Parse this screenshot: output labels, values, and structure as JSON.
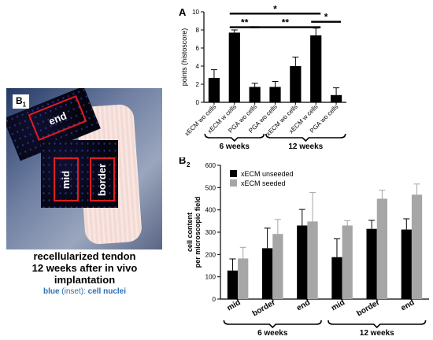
{
  "photo": {
    "panel_label": "B",
    "panel_label_sub": "1",
    "roi_labels": {
      "end": "end",
      "mid": "mid",
      "border": "border"
    },
    "caption_lines": [
      "recellularized tendon",
      "12 weeks after in vivo",
      "implantation"
    ],
    "legend_key": "blue",
    "legend_mid": " (inset): ",
    "legend_value": "cell nuclei",
    "roi_color": "#e11b22",
    "nuclei_color": "#3940c0"
  },
  "chart_data": [
    {
      "type": "bar",
      "panel_label": "A",
      "ylabel": "points (histoscore)",
      "ylim": [
        0,
        10
      ],
      "yticks": [
        0,
        2,
        4,
        6,
        8,
        10
      ],
      "categories": [
        "xECM wo cells",
        "xECM w cells",
        "PGA wo cells",
        "PGA wo cells",
        "xECM wo cells",
        "xECM w cells",
        "PGA wo cells"
      ],
      "values": [
        2.7,
        7.7,
        1.7,
        1.7,
        4.0,
        7.4,
        0.8
      ],
      "errors": [
        0.9,
        0.3,
        0.4,
        0.6,
        1.0,
        0.8,
        0.8
      ],
      "groups": [
        {
          "label": "6 weeks",
          "from": 0,
          "to": 2
        },
        {
          "label": "12 weeks",
          "from": 3,
          "to": 6
        }
      ],
      "significance": [
        {
          "from": 1,
          "to": 5,
          "label": "*",
          "level": 9.8
        },
        {
          "from": 1,
          "to": 2,
          "label": "**",
          "level": 8.3
        },
        {
          "from": 2,
          "to": 5,
          "label": "**",
          "level": 8.3
        },
        {
          "from": 5,
          "to": 6,
          "label": "*",
          "level": 8.9
        }
      ],
      "bar_color": "#000000",
      "grid": false
    },
    {
      "type": "bar",
      "panel_label": "B",
      "panel_label_sub": "2",
      "ylabel": [
        "cell content",
        "per microscopic field"
      ],
      "ylim": [
        0,
        600
      ],
      "yticks": [
        0,
        100,
        200,
        300,
        400,
        500,
        600
      ],
      "categories": [
        "mid",
        "border",
        "end",
        "mid",
        "border",
        "end"
      ],
      "series": [
        {
          "name": "xECM unseeded",
          "color": "#000000",
          "values": [
            128,
            228,
            330,
            188,
            315,
            312
          ],
          "errors": [
            52,
            90,
            72,
            82,
            38,
            48
          ]
        },
        {
          "name": "xECM seeded",
          "color": "#a6a6a6",
          "values": [
            182,
            292,
            348,
            330,
            450,
            468
          ],
          "errors": [
            50,
            65,
            130,
            22,
            38,
            48
          ]
        }
      ],
      "groups": [
        {
          "label": "6 weeks",
          "from": 0,
          "to": 2
        },
        {
          "label": "12 weeks",
          "from": 3,
          "to": 5
        }
      ],
      "legend_position": "top-left",
      "grid": false
    }
  ]
}
